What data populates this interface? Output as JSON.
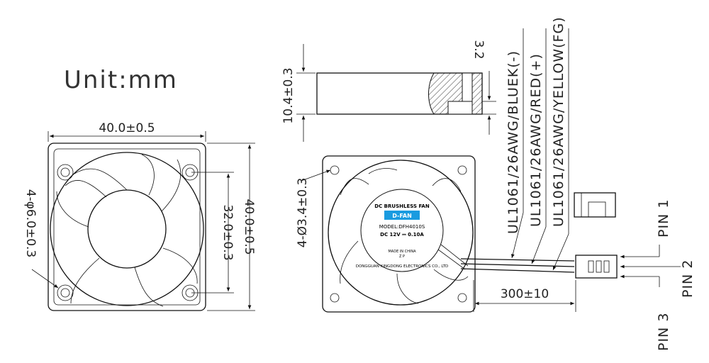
{
  "unit_label": "Unit:mm",
  "front_view": {
    "width_dim": "40.0±0.5",
    "hole_pitch_dim": "32.0±0.3",
    "height_dim": "40.0±0.5",
    "hole_dim": "4-φ6.0±0.3"
  },
  "side_view": {
    "thickness_dim": "10.4±0.3",
    "flange_dim": "3.2"
  },
  "rear_view": {
    "hole_dim": "4-Ø3.4±0.3",
    "label": {
      "top": "DC BRUSHLESS FAN",
      "brand": "D-FAN",
      "model": "MODEL:DFH4010S",
      "rating": "DC 12V ⎓ 0.10A",
      "origin": "MADE IN CHINA",
      "code": "Z P",
      "maker": "DONGGUAN XINGDONG ELECTRONICS CO., LTD",
      "brand_color": "#1a9be0"
    }
  },
  "wires": [
    {
      "label": "UL1061/26AWG/BLUEK(-)"
    },
    {
      "label": "UL1061/26AWG/RED(+)"
    },
    {
      "label": "UL1061/26AWG/YELLOW(FG)"
    }
  ],
  "lead_length_dim": "300±10",
  "pins": [
    "PIN 1",
    "PIN 2",
    "PIN 3"
  ]
}
